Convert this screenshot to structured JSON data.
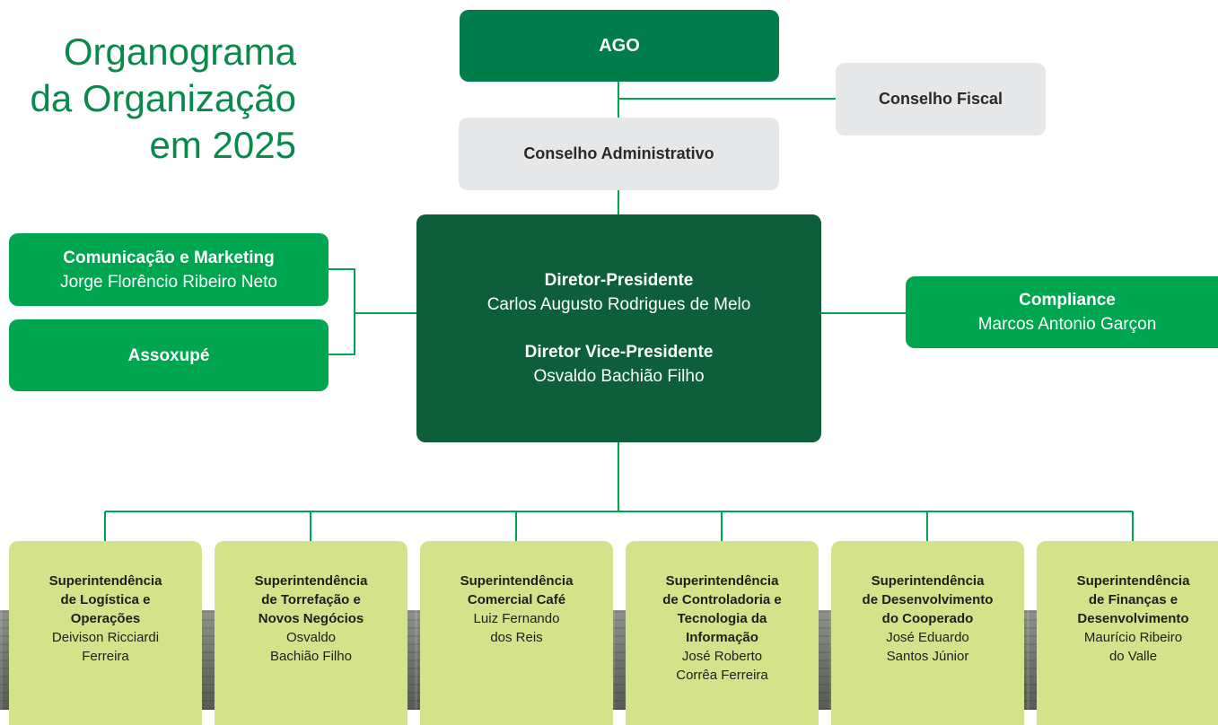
{
  "title": {
    "line1": "Organograma",
    "line2": "da Organização",
    "line3": "em 2025"
  },
  "ago": {
    "label": "AGO"
  },
  "conselho_fiscal": {
    "label": "Conselho Fiscal"
  },
  "conselho_admin": {
    "label": "Conselho Administrativo"
  },
  "diretoria": {
    "presidente_role": "Diretor-Presidente",
    "presidente_name": "Carlos Augusto Rodrigues de Melo",
    "vice_role": "Diretor Vice-Presidente",
    "vice_name": "Osvaldo Bachião Filho"
  },
  "comunicacao": {
    "role": "Comunicação e Marketing",
    "name": "Jorge Florêncio Ribeiro Neto"
  },
  "assoxupe": {
    "label": "Assoxupé"
  },
  "compliance": {
    "role": "Compliance",
    "name": "Marcos Antonio Garçon"
  },
  "superintendencias": [
    {
      "role_lines": [
        "Superintendência",
        "de Logística e",
        "Operações"
      ],
      "name_lines": [
        "Deivison Ricciardi",
        "Ferreira"
      ]
    },
    {
      "role_lines": [
        "Superintendência",
        "de Torrefação e",
        "Novos Negócios"
      ],
      "name_lines": [
        "Osvaldo",
        "Bachião Filho"
      ]
    },
    {
      "role_lines": [
        "Superintendência",
        "Comercial Café"
      ],
      "name_lines": [
        "Luiz Fernando",
        "dos Reis"
      ]
    },
    {
      "role_lines": [
        "Superintendência",
        "de Controladoria e",
        "Tecnologia da",
        "Informação"
      ],
      "name_lines": [
        "José Roberto",
        "Corrêa Ferreira"
      ]
    },
    {
      "role_lines": [
        "Superintendência",
        "de Desenvolvimento",
        "do Cooperado"
      ],
      "name_lines": [
        "José Eduardo",
        "Santos Júnior"
      ]
    },
    {
      "role_lines": [
        "Superintendência",
        "de Finanças e",
        "Desenvolvimento"
      ],
      "name_lines": [
        "Maurício Ribeiro",
        "do Valle"
      ]
    }
  ],
  "colors": {
    "dark_green": "#0c5f38",
    "green": "#00a550",
    "ago_green": "#007d4b",
    "light_green": "#d4e28a",
    "grey": "#e6e7e8",
    "line": "#00a550"
  }
}
